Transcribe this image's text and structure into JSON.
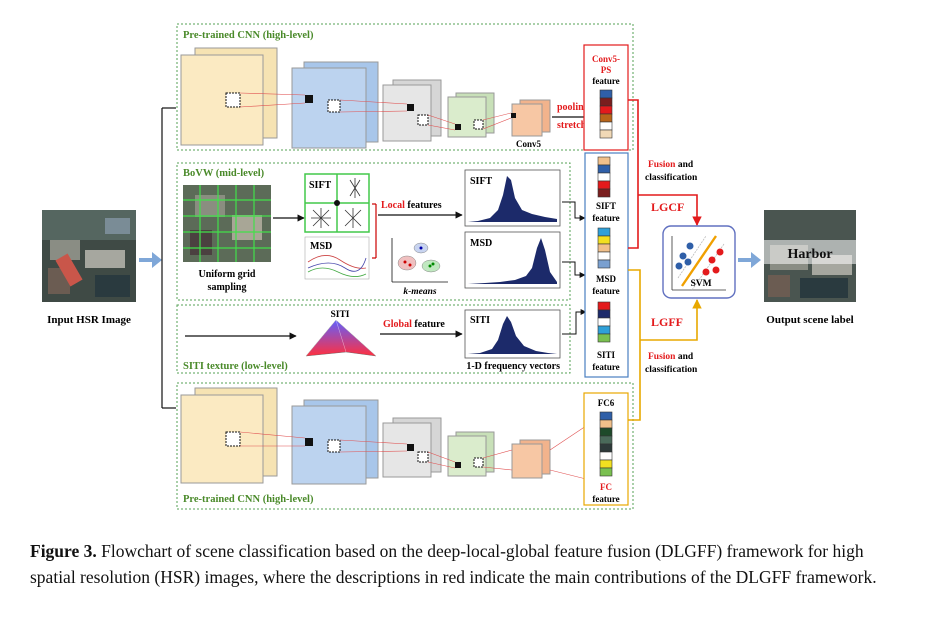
{
  "input": {
    "label": "Input HSR Image"
  },
  "output": {
    "label": "Output scene label",
    "scene": "Harbor"
  },
  "panels": {
    "cnn_top": "Pre-trained CNN (high-level)",
    "bovw": "BoVW (mid-level)",
    "siti": "SITI texture (low-level)",
    "cnn_bottom": "Pre-trained CNN (high-level)"
  },
  "cnn": {
    "conv5": "Conv5",
    "pooling": "pooling",
    "stretch": "stretch"
  },
  "bovw": {
    "sampling_line1": "Uniform grid",
    "sampling_line2": "sampling",
    "sift": "SIFT",
    "msd": "MSD",
    "local_word": "Local",
    "local_rest": " features",
    "kmeans": "k-means",
    "hist_sift": "SIFT",
    "hist_msd": "MSD"
  },
  "siti": {
    "title": "SITI",
    "global_word": "Global",
    "global_rest": " feature",
    "hist": "SITI",
    "freq": "1-D frequency vectors"
  },
  "features": {
    "conv5_line1": "Conv5-",
    "conv5_line2": "PS",
    "conv5_line3": "feature",
    "sift_line1": "SIFT",
    "sift_line2": "feature",
    "msd_line1": "MSD",
    "msd_line2": "feature",
    "siti_line1": "SITI",
    "siti_line2": "feature",
    "fc6": "FC6",
    "fc_line1": "FC",
    "fc_line2": "feature"
  },
  "fusion": {
    "top_word": "Fusion",
    "top_and": " and",
    "top_line2": "classification",
    "bottom_word": "Fusion",
    "bottom_and": " and",
    "bottom_line2": "classification",
    "lgcf": "LGCF",
    "lgff": "LGFF",
    "svm": "SVM"
  },
  "colors": {
    "red": "#e31a1c",
    "green": "#4a8a2a",
    "gold": "#e8a800",
    "blue": "#4a7fc0"
  },
  "caption": {
    "label": "Figure 3.",
    "text": " Flowchart of scene classification based on the deep-local-global feature fusion (DLGFF) framework for high spatial resolution (HSR) images, where the descriptions in red indicate the main contributions of the DLGFF framework."
  }
}
